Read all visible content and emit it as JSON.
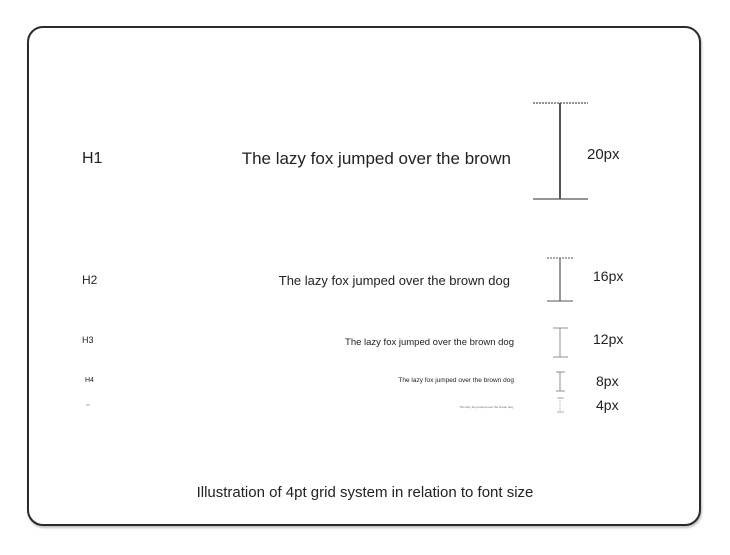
{
  "caption": "Illustration of 4pt grid system in relation to font size",
  "rows": [
    {
      "tag": "H1",
      "sample": "The lazy fox jumped over the brown",
      "size_label": "20px"
    },
    {
      "tag": "H2",
      "sample": "The lazy fox jumped over the brown dog",
      "size_label": "16px"
    },
    {
      "tag": "H3",
      "sample": "The lazy fox jumped over the brown dog",
      "size_label": "12px"
    },
    {
      "tag": "H4",
      "sample": "The lazy fox jumped over the brown dog",
      "size_label": "8px"
    },
    {
      "tag": "H5",
      "sample": "The lazy fox jumped over the brown dog",
      "size_label": "4px"
    }
  ],
  "colors": {
    "text": "#222222",
    "border": "#2a2a2a",
    "measure_line": "#555555"
  }
}
